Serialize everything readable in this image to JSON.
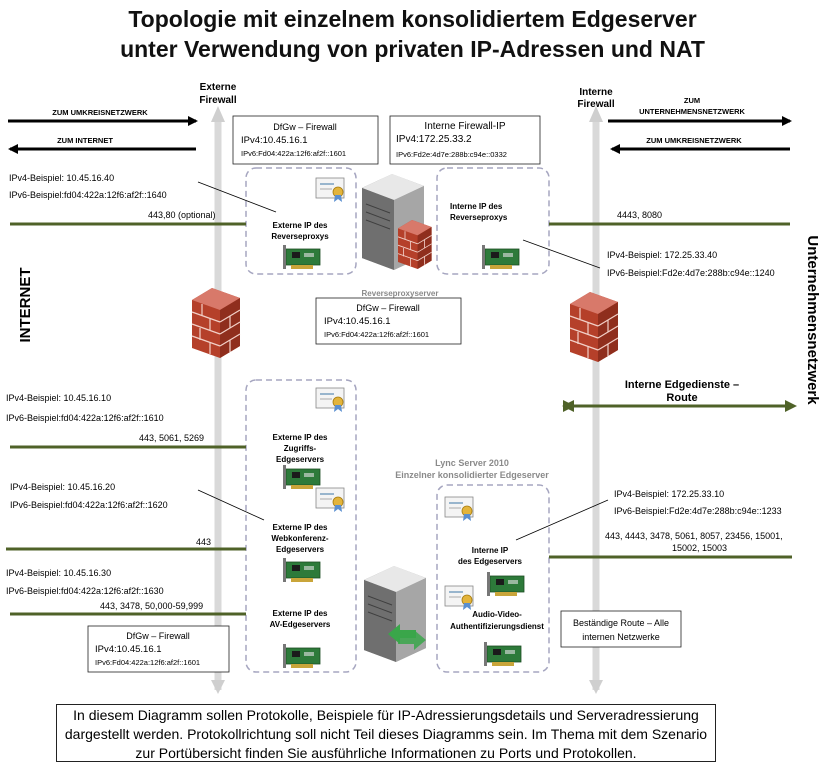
{
  "title": {
    "line1": "Topologie mit einzelnem konsolidiertem Edgeserver",
    "line2": "unter Verwendung von privaten IP-Adressen und NAT"
  },
  "zones": {
    "left": "INTERNET",
    "right": "Unternehmensnetzwerk"
  },
  "firewalls": {
    "external": [
      "Externe",
      "Firewall"
    ],
    "internal": [
      "Interne",
      "Firewall"
    ]
  },
  "arrows": {
    "perimeter_left": "ZUM UMKREISNETZWERK",
    "internet": "ZUM INTERNET",
    "corporate": [
      "ZUM",
      "UNTERNEHMENSNETZWERK"
    ],
    "perimeter_right": "ZUM UMKREISNETZWERK"
  },
  "reverse_proxy": {
    "server_label": "Reverseproxyserver",
    "external_ip_label": [
      "Externe IP des",
      "Reverseproxys"
    ],
    "internal_ip_label": [
      "Interne IP des",
      "Reverseproxys"
    ],
    "external_example": {
      "ipv4": "IPv4-Beispiel: 10.45.16.40",
      "ipv6": "IPv6-Beispiel:fd04:422a:12f6:af2f::1640",
      "ports": "443,80 (optional)"
    },
    "internal_example": {
      "ipv4": "IPv4-Beispiel: 172.25.33.40",
      "ipv6": "IPv6-Beispiel:Fd2e:4d7e:288b:c94e::1240",
      "ports": "4443, 8080"
    },
    "gateway_external": {
      "title": "DfGw – Firewall",
      "ipv4": "IPv4:10.45.16.1",
      "ipv6": "IPv6:Fd04:422a:12f6:af2f::1601"
    },
    "gateway_internal": {
      "title": "Interne Firewall-IP",
      "ipv4": "IPv4:172.25.33.2",
      "ipv6": "IPv6:Fd2e:4d7e:288b:c94e::0332"
    },
    "gateway_below": {
      "title": "DfGw – Firewall",
      "ipv4": "IPv4:10.45.16.1",
      "ipv6": "IPv6:Fd04:422a:12f6:af2f::1601"
    }
  },
  "edge_server": {
    "server_label": [
      "Lync Server 2010",
      "Einzelner konsolidierter Edgeserver"
    ],
    "access": {
      "ipv4": "IPv4-Beispiel: 10.45.16.10",
      "ipv6": "IPv6-Beispiel:fd04:422a:12f6:af2f::1610",
      "ports": "443, 5061, 5269",
      "label": [
        "Externe IP des",
        "Zugriffs-",
        "Edgeservers"
      ]
    },
    "webconf": {
      "ipv4": "IPv4-Beispiel: 10.45.16.20",
      "ipv6": "IPv6-Beispiel:fd04:422a:12f6:af2f::1620",
      "ports": "443",
      "label": [
        "Externe IP des",
        "Webkonferenz-",
        "Edgeservers"
      ]
    },
    "av": {
      "ipv4": "IPv4-Beispiel: 10.45.16.30",
      "ipv6": "IPv6-Beispiel:fd04:422a:12f6:af2f::1630",
      "ports": "443, 3478, 50,000-59,999",
      "label": [
        "Externe IP des",
        "AV-Edgeservers"
      ]
    },
    "internal": {
      "ipv4": "IPv4-Beispiel: 172.25.33.10",
      "ipv6": "IPv6-Beispiel:Fd2e:4d7e:288b:c94e::1233",
      "ports": [
        "443, 4443, 3478, 5061, 8057, 23456, 15001,",
        "15002, 15003"
      ],
      "label": [
        "Interne IP",
        "des Edgeservers"
      ]
    },
    "av_auth_label": [
      "Audio-Video-",
      "Authentifizierungsdienst"
    ],
    "gateway": {
      "title": "DfGw – Firewall",
      "ipv4": "IPv4:10.45.16.1",
      "ipv6": "IPv6:Fd04:422a:12f6:af2f::1601"
    }
  },
  "internal_route": [
    "Interne Edgedienste –",
    "Route"
  ],
  "persistent_route": [
    "Beständige Route – Alle",
    "internen Netzwerke"
  ],
  "caption": "In diesem Diagramm sollen Protokolle, Beispiele für IP-Adressierungsdetails und Serveradressierung dargestellt werden. Protokollrichtung soll nicht Teil dieses Diagramms sein. Im Thema mit dem Szenario zur Portübersicht finden Sie ausführliche Informationen zu Ports und Protokollen.",
  "colors": {
    "network_line": "#4f6228",
    "firewall_axis": "#d9d9d9",
    "dashed_box": "#a6a6c0",
    "nic_green": "#2d7a3a",
    "brick": "#b5402a",
    "server_gray": "#8c8c8c"
  }
}
